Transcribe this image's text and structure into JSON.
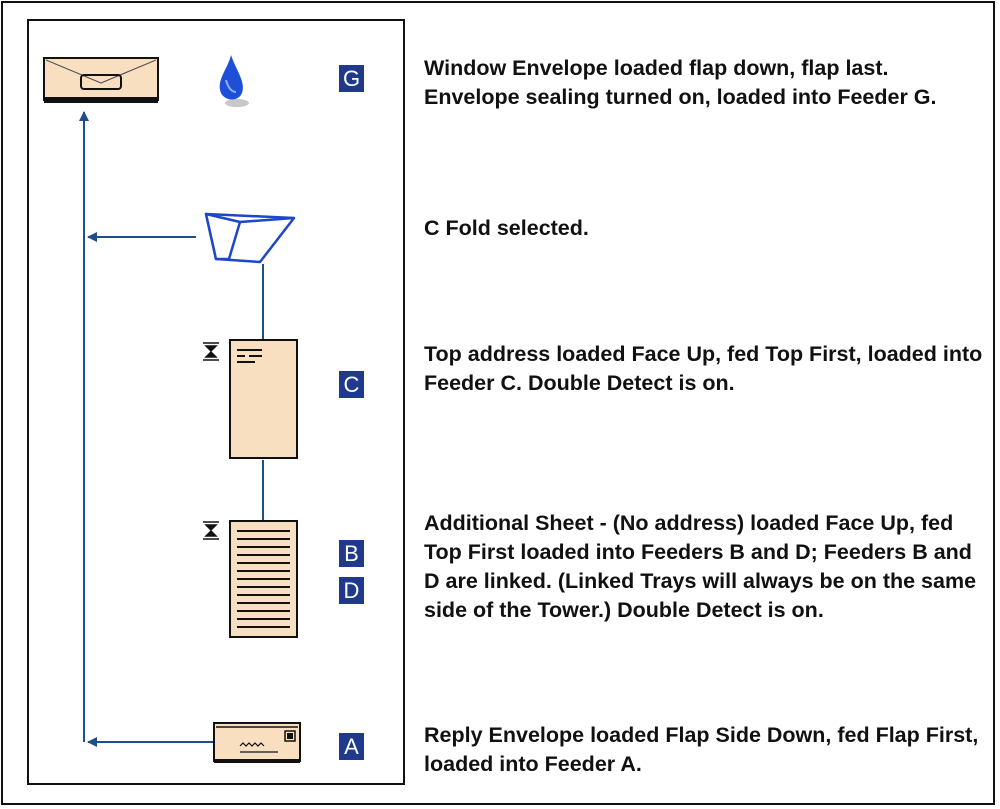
{
  "feeders": {
    "g": "G",
    "c": "C",
    "b": "B",
    "d": "D",
    "a": "A"
  },
  "descriptions": {
    "window_envelope": "Window Envelope loaded flap down, flap last. Envelope sealing turned on, loaded into Feeder G.",
    "fold": "C Fold selected.",
    "top_address": "Top address loaded Face Up, fed Top First, loaded into Feeder C. Double Detect is on.",
    "additional_sheet": "Additional Sheet - (No address) loaded Face Up, fed Top First loaded into Feeders B and D; Feeders B and D are linked. (Linked Trays will always be on the same side of the Tower.) Double Detect is on.",
    "reply_envelope": "Reply Envelope loaded Flap Side Down, fed Flap First, loaded into Feeder A."
  },
  "colors": {
    "line": "#1f4e8c",
    "badge": "#1f3a8c",
    "paper": "#f8dfc0",
    "fold_blue": "#1e46c8",
    "drop_blue": "#1e4fd6"
  },
  "icons": [
    "window-envelope-icon",
    "seal-drop-icon",
    "c-fold-icon",
    "address-sheet-icon",
    "double-detect-icon",
    "lined-sheet-icon",
    "reply-envelope-icon"
  ]
}
